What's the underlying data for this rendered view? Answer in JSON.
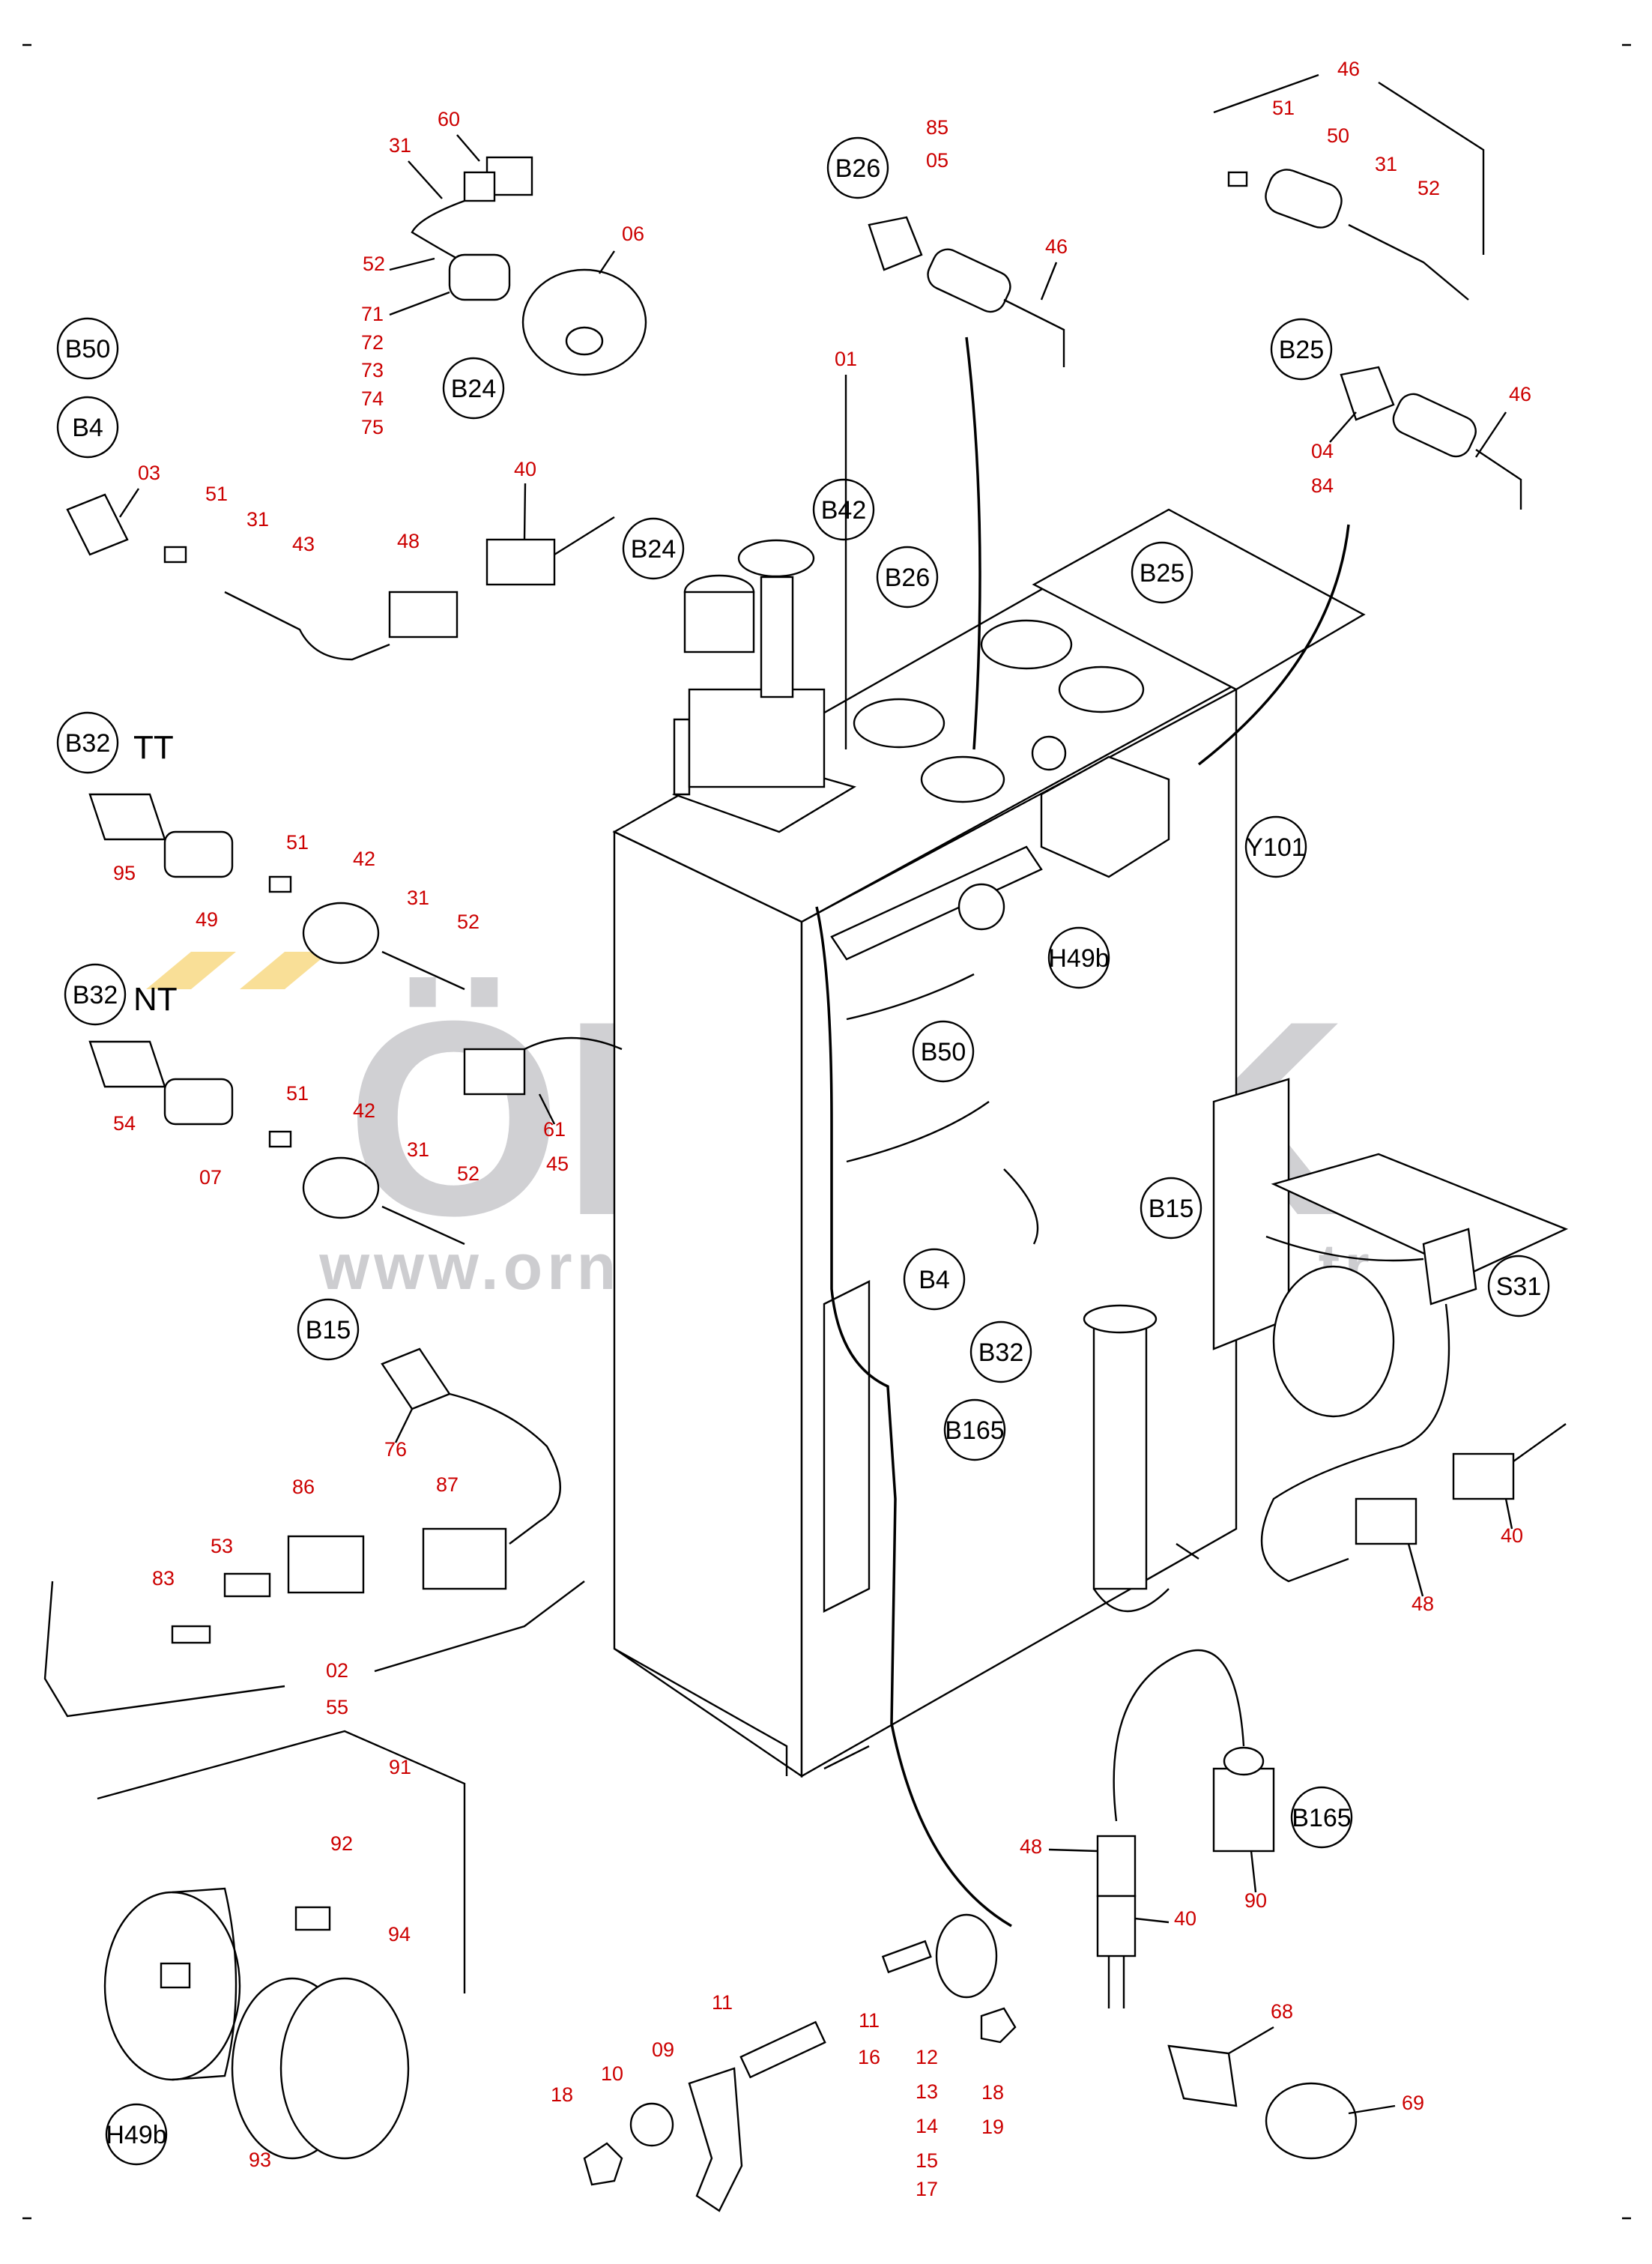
{
  "watermark": {
    "brand": "ÖRNEK",
    "url": "www.ornekismakinalari.com.tr"
  },
  "circle_labels": {
    "b50_left": "B50",
    "b4_left": "B4",
    "b24_top": "B24",
    "b26_top": "B26",
    "b25_top": "B25",
    "b42": "B42",
    "b24_main": "B24",
    "b26_main": "B26",
    "b25_main": "B25",
    "y101": "Y101",
    "h49b_main": "H49b",
    "b50_main": "B50",
    "b15_main": "B15",
    "b4_main": "B4",
    "b32_main": "B32",
    "b165_main": "B165",
    "s31": "S31",
    "b32_tt": "B32",
    "b32_nt": "B32",
    "b15_left": "B15",
    "b165_right": "B165",
    "h49b_bottom": "H49b"
  },
  "plain_labels": {
    "tt": "TT",
    "nt": "NT"
  },
  "part_numbers": {
    "n60": "60",
    "n31_a": "31",
    "n06": "06",
    "n52_a": "52",
    "n71": "71",
    "n72": "72",
    "n73": "73",
    "n74": "74",
    "n75": "75",
    "n85": "85",
    "n05": "05",
    "n46_a": "46",
    "n46_top": "46",
    "n51_a": "51",
    "n50": "50",
    "n31_b": "31",
    "n52_b": "52",
    "n46_b": "46",
    "n04": "04",
    "n84": "84",
    "n01": "01",
    "n03": "03",
    "n51_b": "51",
    "n31_c": "31",
    "n43": "43",
    "n48_a": "48",
    "n40_a": "40",
    "n95": "95",
    "n49": "49",
    "n51_c": "51",
    "n42_a": "42",
    "n31_d": "31",
    "n52_c": "52",
    "n54": "54",
    "n07": "07",
    "n51_d": "51",
    "n42_b": "42",
    "n31_e": "31",
    "n52_d": "52",
    "n61": "61",
    "n45": "45",
    "n76": "76",
    "n86": "86",
    "n87": "87",
    "n53": "53",
    "n83": "83",
    "n02": "02",
    "n55": "55",
    "n40_b": "40",
    "n48_b": "48",
    "n48_c": "48",
    "n40_c": "40",
    "n90": "90",
    "n91": "91",
    "n92": "92",
    "n94": "94",
    "n93": "93",
    "n11_a": "11",
    "n09": "09",
    "n10": "10",
    "n18_a": "18",
    "n11_b": "11",
    "n16": "16",
    "n12": "12",
    "n13": "13",
    "n14": "14",
    "n15": "15",
    "n17": "17",
    "n18_b": "18",
    "n19": "19",
    "n68": "68",
    "n69": "69"
  },
  "colors": {
    "part_number": "#cc0000",
    "outline": "#000000",
    "watermark": "#c8c8cc",
    "watermark_accent": "#f4c542"
  }
}
